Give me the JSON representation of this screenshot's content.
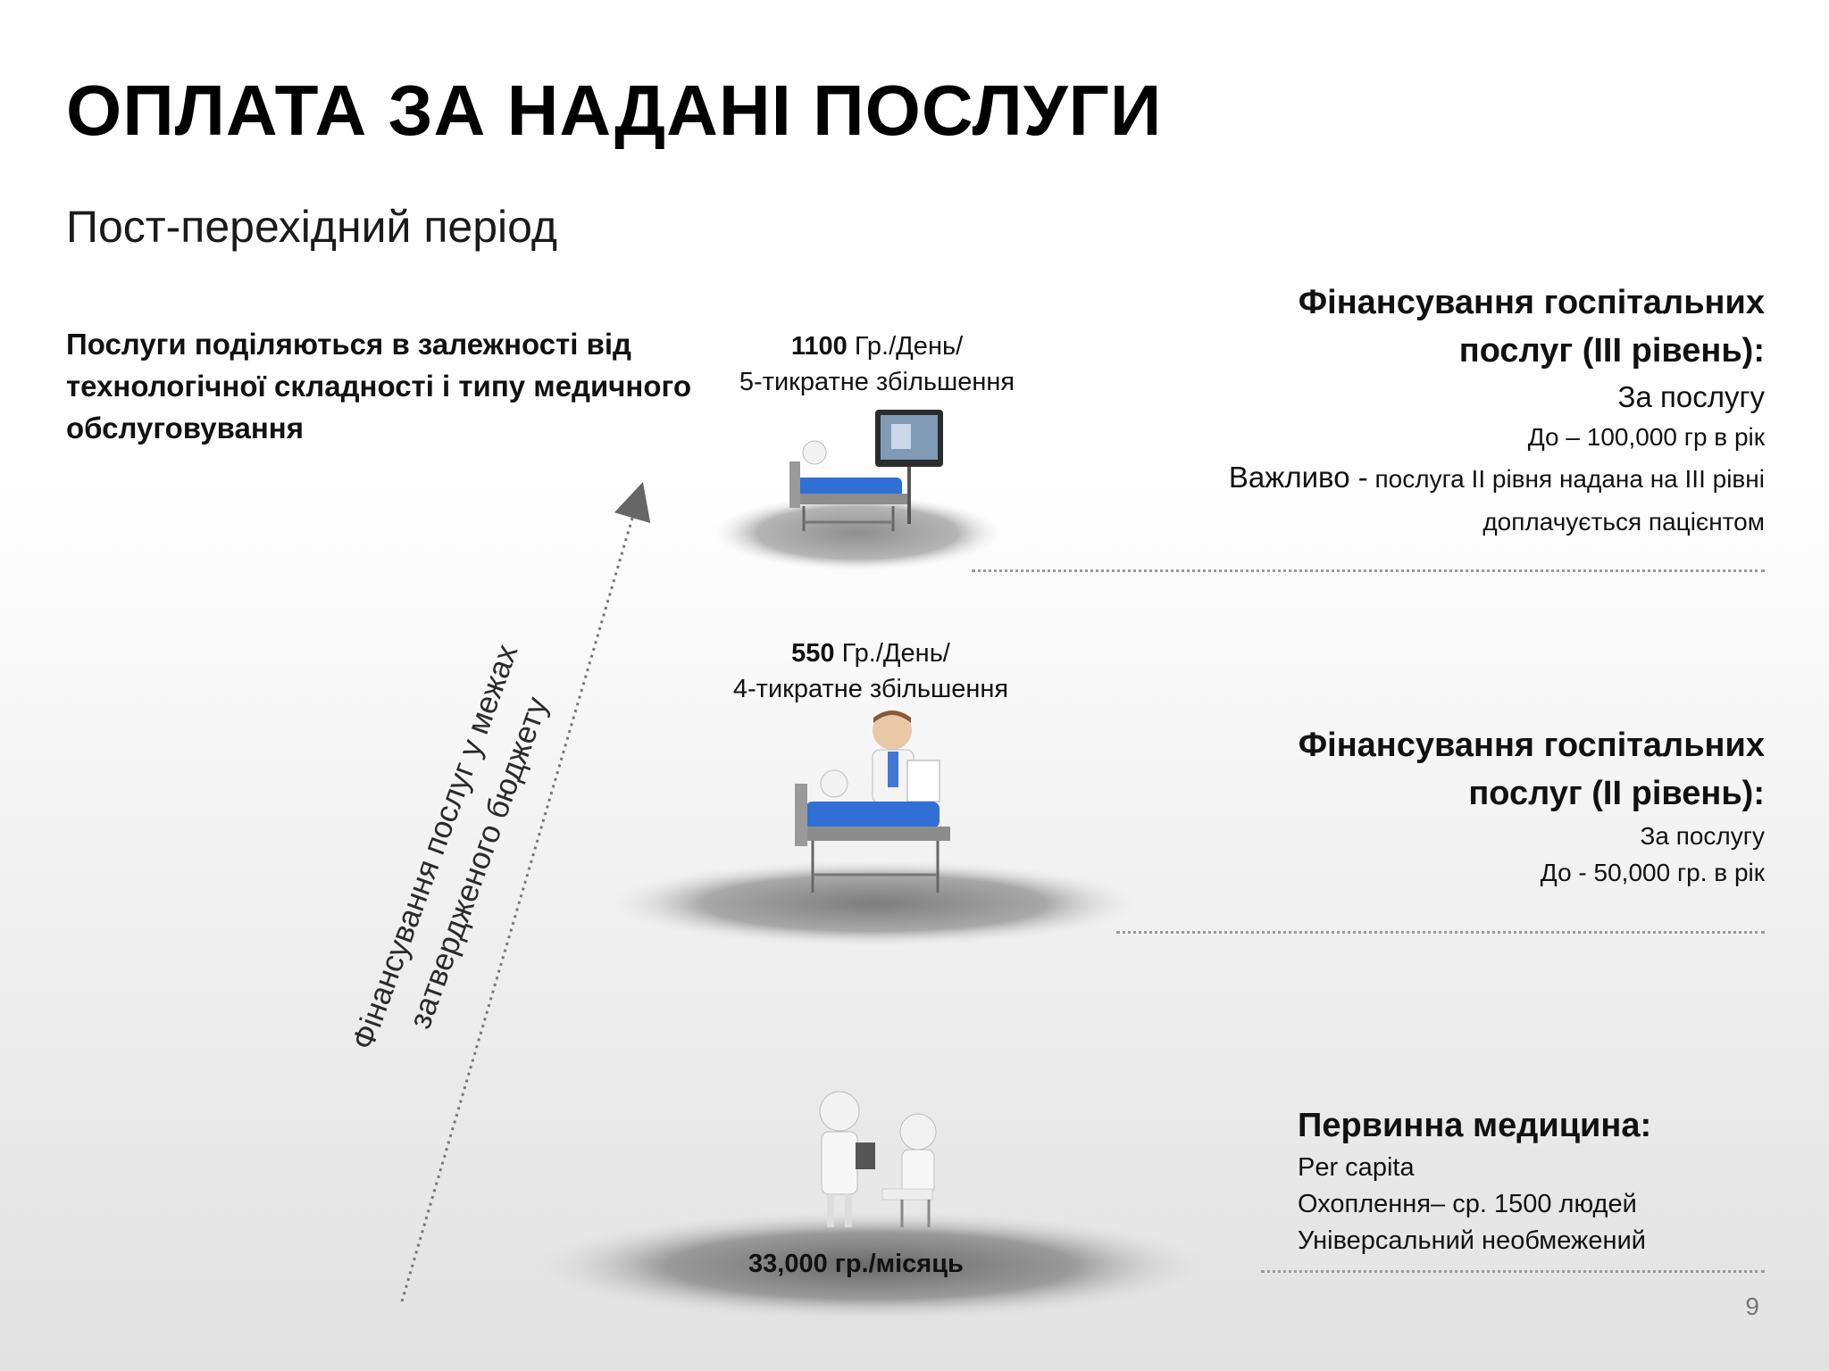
{
  "slide": {
    "title": "ОПЛАТА ЗА НАДАНІ ПОСЛУГИ",
    "subtitle": "Пост-перехідний період",
    "intro": "Послуги поділяються в залежності від технологічної складності і типу медичного обслуговування",
    "page_number": "9"
  },
  "axis_label": {
    "line1": "Фінансування послуг у межах",
    "line2": "затвердженого  бюджету"
  },
  "levels": {
    "level3": {
      "rate_value": "1100",
      "rate_unit": " Гр./День/",
      "increase": "5-тикратне збільшення",
      "heading_line1": "Фінансування госпітальних",
      "heading_line2": "послуг  (III рівень):",
      "payment": "За послугу",
      "limit": "До – 100,000 гр в рік",
      "note_strong": "Важливо -",
      "note_rest": " послуга II рівня надана на III рівні",
      "note_line2": "доплачується пацієнтом"
    },
    "level2": {
      "rate_value": "550",
      "rate_unit": " Гр./День/",
      "increase": "4-тикратне збільшення",
      "heading_line1": "Фінансування госпітальних",
      "heading_line2": "послуг (II рівень):",
      "payment": "За послугу",
      "limit": "До - 50,000 гр. в рік"
    },
    "primary": {
      "heading": "Первинна медицина:",
      "line1": "Per capita",
      "line2": "Охоплення– ср. 1500 людей",
      "line3": "Універсальний необмежений",
      "rate": "33,000 гр./місяць"
    }
  },
  "colors": {
    "bed_blue": "#2f6fd6",
    "platform_gray": "#9a9a9a",
    "divider": "#9a9a9a"
  }
}
